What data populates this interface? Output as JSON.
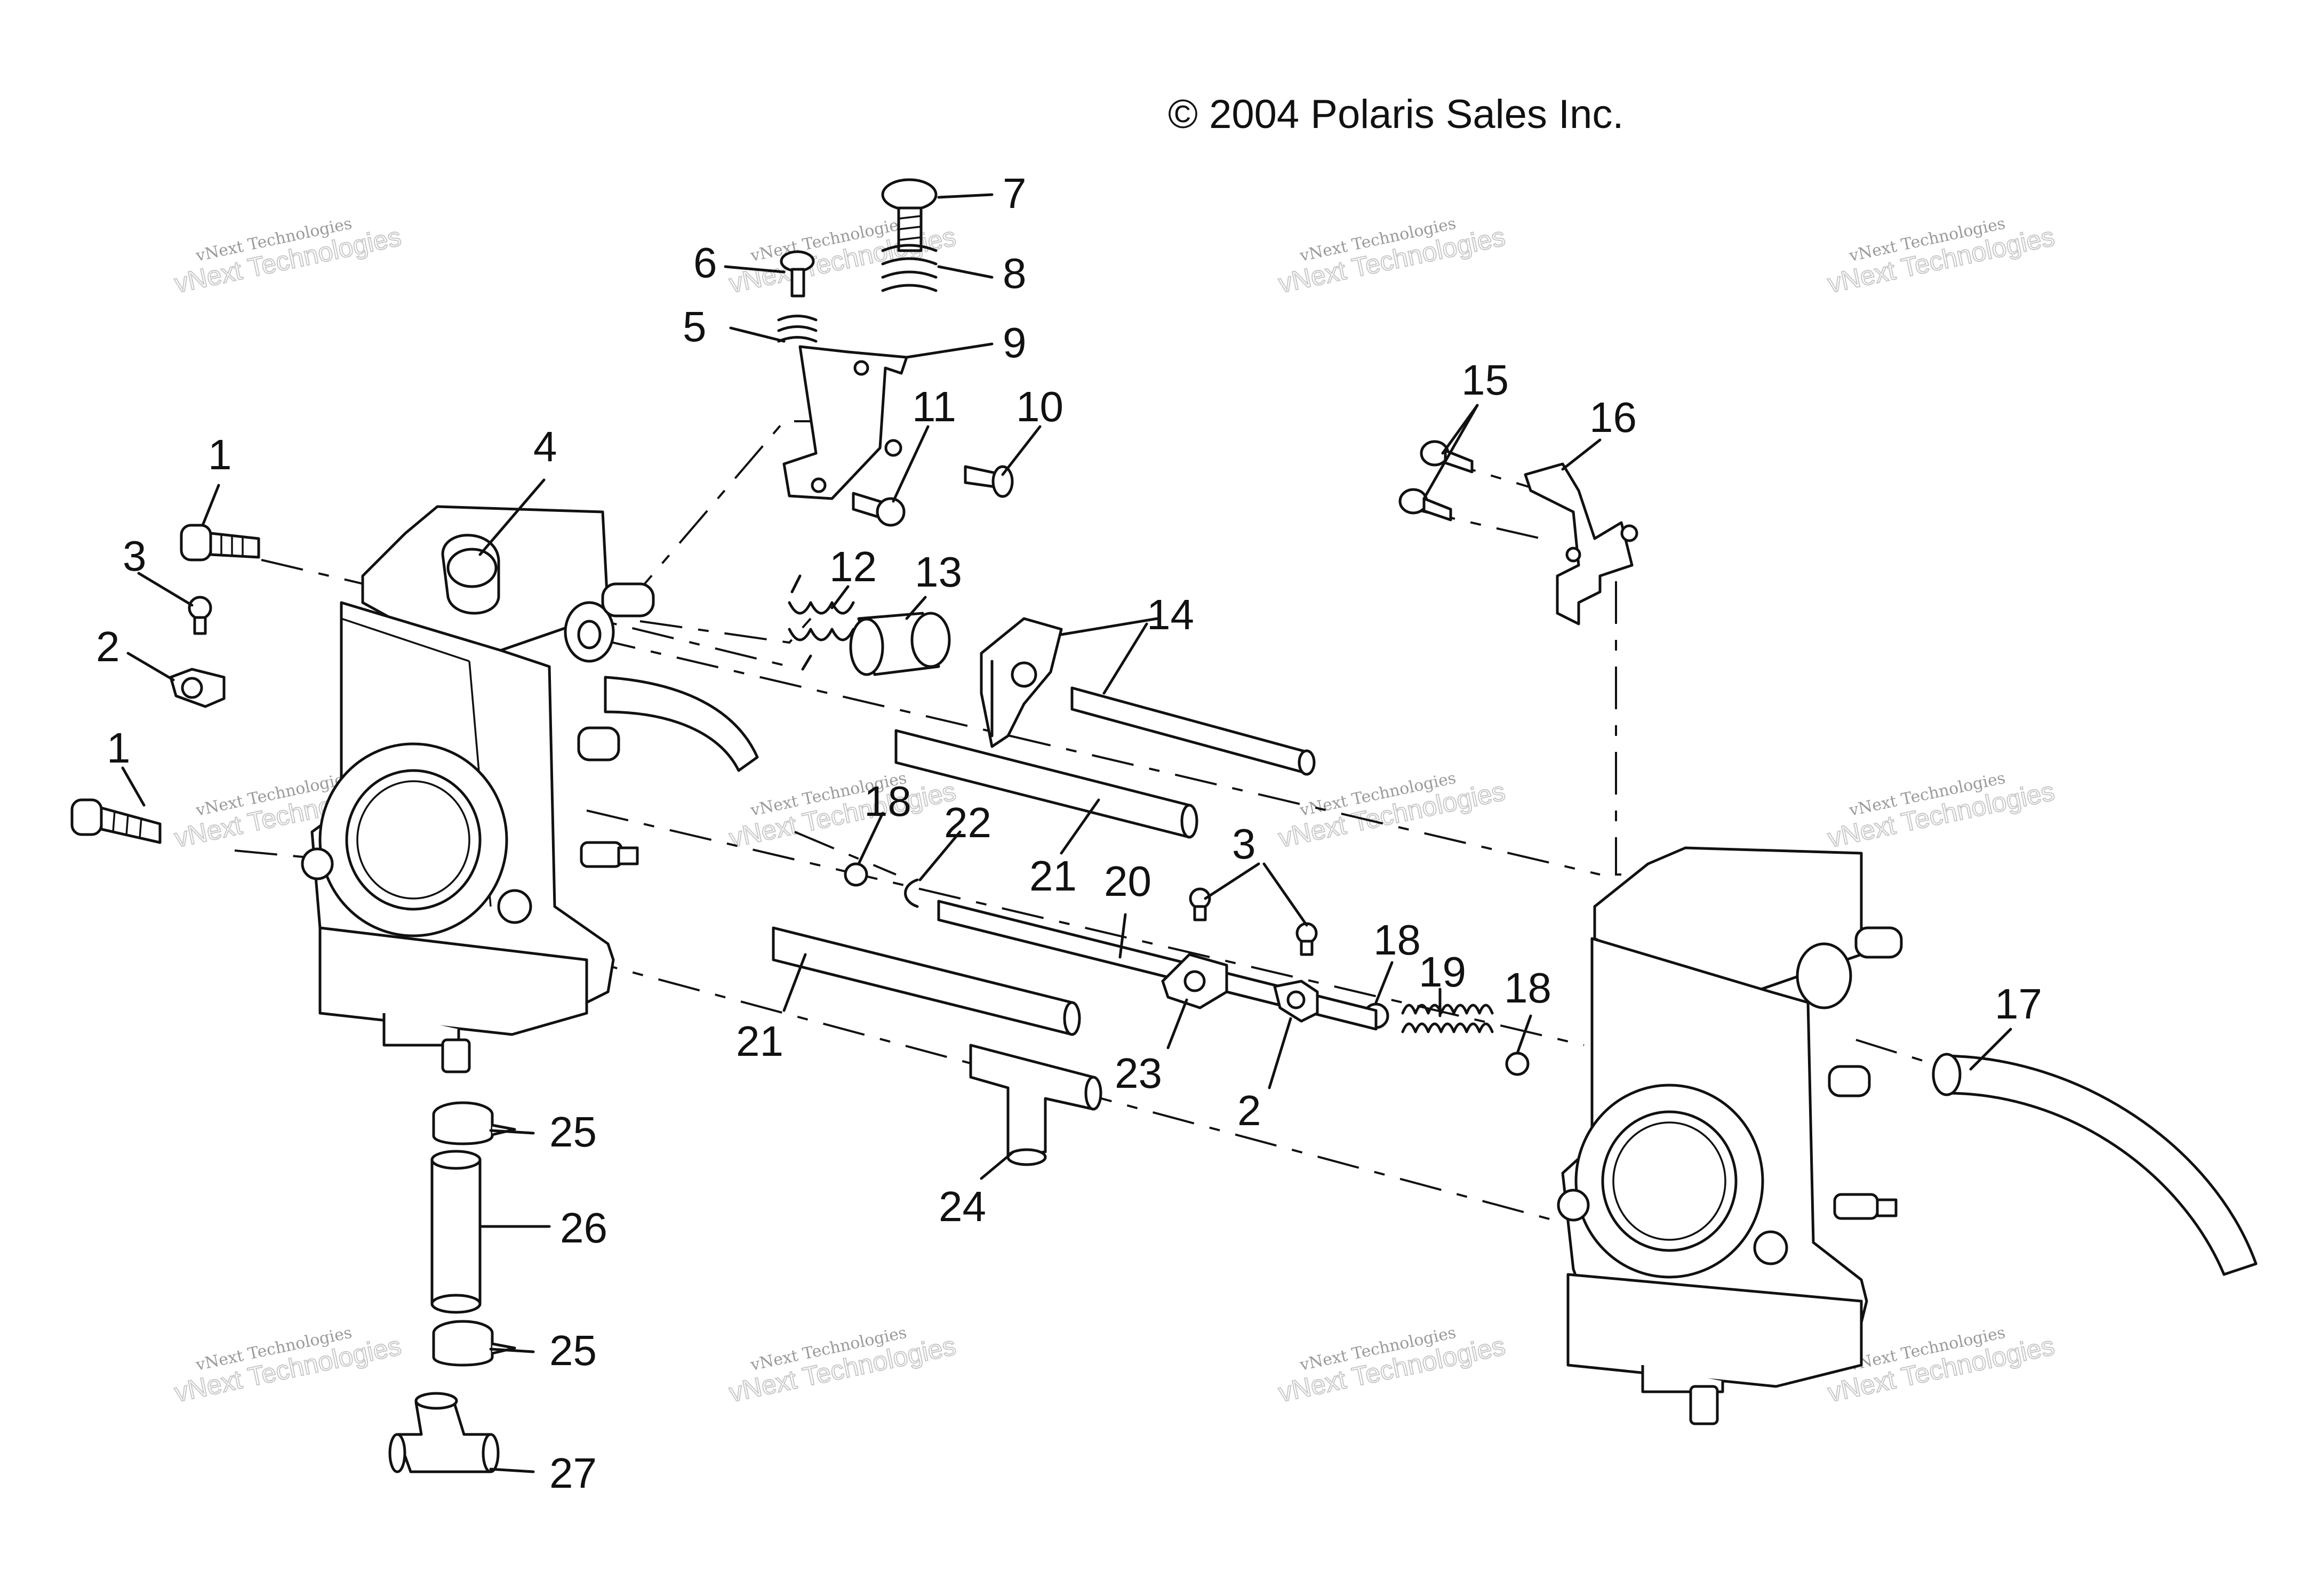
{
  "copyright": "© 2004 Polaris Sales Inc.",
  "watermark": {
    "line_small": "vNext Technologies",
    "line_big": "vNext\nTechnologies"
  },
  "callouts": {
    "c1a": "1",
    "c1b": "1",
    "c2a": "2",
    "c2b": "2",
    "c3a": "3",
    "c3b": "3",
    "c4": "4",
    "c5": "5",
    "c6": "6",
    "c7": "7",
    "c8": "8",
    "c9": "9",
    "c10": "10",
    "c11": "11",
    "c12": "12",
    "c13": "13",
    "c14": "14",
    "c15": "15",
    "c16": "16",
    "c17": "17",
    "c18a": "18",
    "c18b": "18",
    "c18c": "18",
    "c19": "19",
    "c20": "20",
    "c21a": "21",
    "c21b": "21",
    "c22": "22",
    "c23": "23",
    "c24": "24",
    "c25a": "25",
    "c25b": "25",
    "c26": "26",
    "c27": "27"
  },
  "colors": {
    "ink": "#111111",
    "watermark": "#9a9a9a",
    "background": "#ffffff"
  }
}
